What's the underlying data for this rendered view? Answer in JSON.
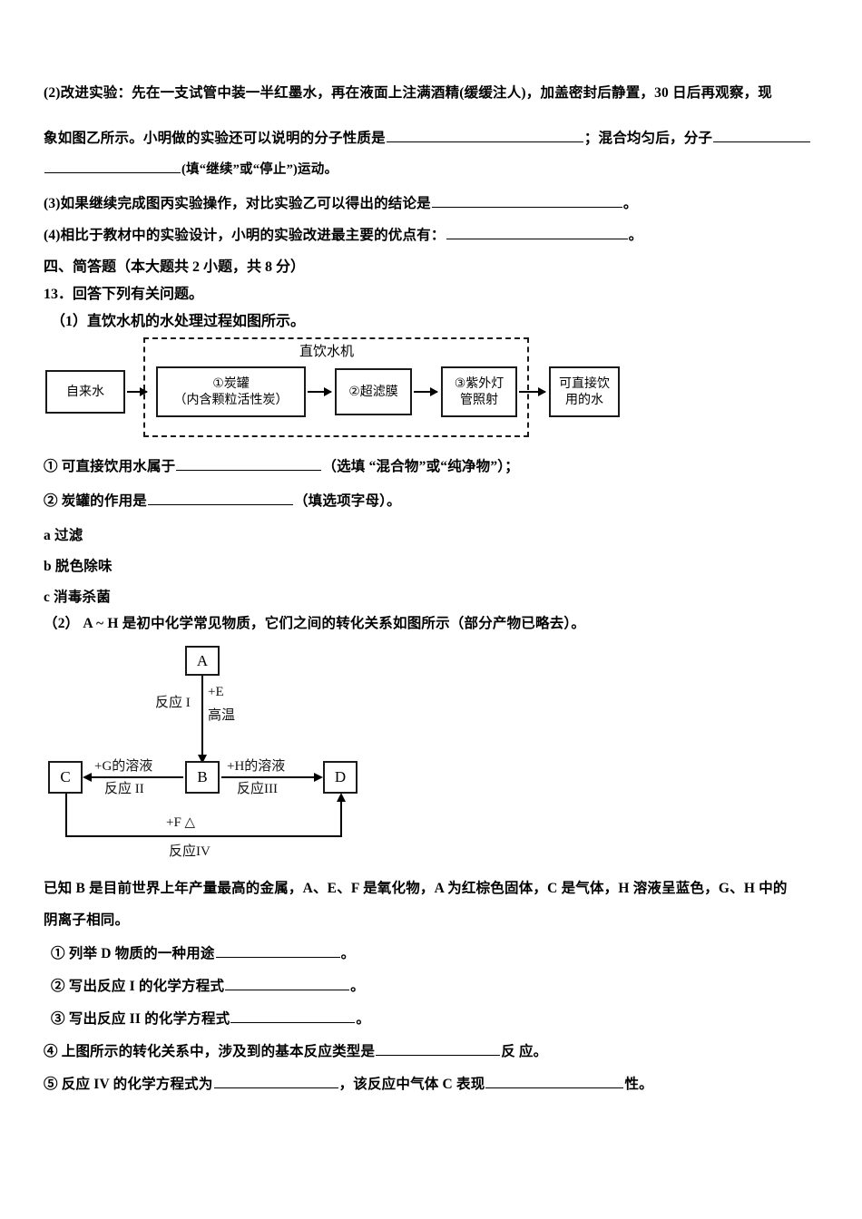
{
  "document": {
    "language": "zh-CN",
    "subject": "chemistry-exam-paper"
  },
  "q12": {
    "part2_line1": "(2)改进实验：先在一支试管中装一半红墨水，再在液面上注满酒精(缓缓注人)，加盖密封后静置，30 日后再观察，现",
    "part2_line2_a": "象如图乙所示。小明做的实验还可以说明的分子性质是",
    "part2_line2_b": "；混合均匀后，分子",
    "part2_line3_a": "(填“继续”或“停止”)运动。",
    "part3_a": "(3)如果继续完成图丙实验操作，对比实验乙可以得出的结论是",
    "part3_b": "。",
    "part4_a": "(4)相比于教材中的实验设计，小明的实验改进最主要的优点有：",
    "part4_b": "。"
  },
  "section4": {
    "heading": "四、简答题（本大题共 2 小题，共 8 分）",
    "q13_title": "13．回答下列有关问题。",
    "q13_1_title": "（1）直饮水机的水处理过程如图所示。"
  },
  "flowchart": {
    "title": "直饮水机",
    "nodes": [
      {
        "id": "tap-water",
        "label": "自来水"
      },
      {
        "id": "carbon-tank",
        "label_line1": "①炭罐",
        "label_line2": "（内含颗粒活性炭）"
      },
      {
        "id": "ultrafiltration-membrane",
        "label": "②超滤膜"
      },
      {
        "id": "uv-lamp",
        "label_line1": "③紫外灯",
        "label_line2": "管照射"
      },
      {
        "id": "drinkable-water",
        "label_line1": "可直接饮",
        "label_line2": "用的水"
      }
    ]
  },
  "q13_1_items": {
    "item1_a": "① 可直接饮用水属于",
    "item1_b": "（选填 “混合物”或“纯净物”）；",
    "item2_a": "② 炭罐的作用是",
    "item2_b": "（填选项字母）。",
    "option_a": "a 过滤",
    "option_b": "b 脱色除味",
    "option_c": "c 消毒杀菌"
  },
  "q13_2": {
    "title": "（2） A ~ H 是初中化学常见物质，它们之间的转化关系如图所示（部分产物已略去）。",
    "given_line1": "已知 B 是目前世界上年产量最高的金属，A、E、F 是氧化物，A 为红棕色固体，C 是气体，H 溶液呈蓝色，G、H 中的",
    "given_line2": "阴离子相同。",
    "item1_a": "① 列举 D 物质的一种用途",
    "item1_b": "。",
    "item2_a": "② 写出反应 I 的化学方程式",
    "item2_b": "。",
    "item3_a": "③ 写出反应 II 的化学方程式",
    "item3_b": "。",
    "item4_a": "④ 上图所示的转化关系中，涉及到的基本反应类型是",
    "item4_b": "反 应。",
    "item5_a": "⑤ 反应 IV 的化学方程式为",
    "item5_b": "，该反应中气体 C 表现",
    "item5_c": "性。"
  },
  "reaction_diagram": {
    "boxes": [
      {
        "id": "A",
        "label": "A"
      },
      {
        "id": "B",
        "label": "B"
      },
      {
        "id": "C",
        "label": "C"
      },
      {
        "id": "D",
        "label": "D"
      }
    ],
    "labels": {
      "reaction1": "反应 I",
      "reaction1_reagent": "+E",
      "reaction1_condition": "高温",
      "reaction2": "反应 II",
      "reaction2_reagent": "+G的溶液",
      "reaction3": "反应III",
      "reaction3_reagent": "+H的溶液",
      "reaction4": "反应IV",
      "reaction4_reagent": "+F △"
    }
  },
  "colors": {
    "ink": "#000000",
    "page_background": "#ffffff"
  }
}
